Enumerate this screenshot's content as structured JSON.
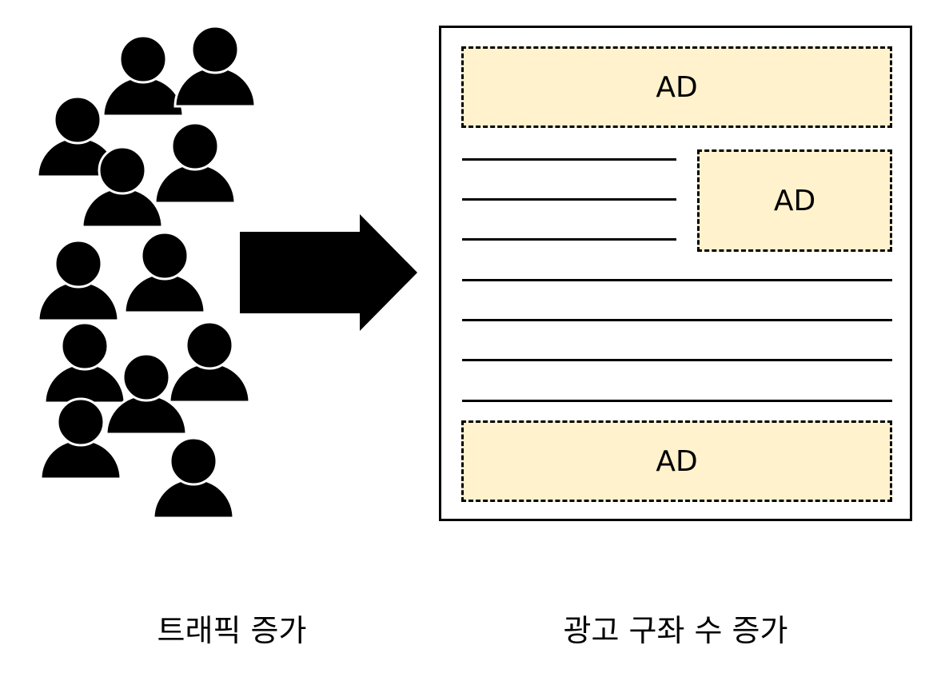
{
  "left_label": "트래픽 증가",
  "right_label": "광고 구좌 수 증가",
  "ad_label": "AD",
  "colors": {
    "ad_fill": "#fff2cc",
    "stroke": "#000000",
    "background": "#ffffff"
  },
  "icons": {
    "person": "person-icon",
    "arrow": "right-arrow-icon"
  }
}
